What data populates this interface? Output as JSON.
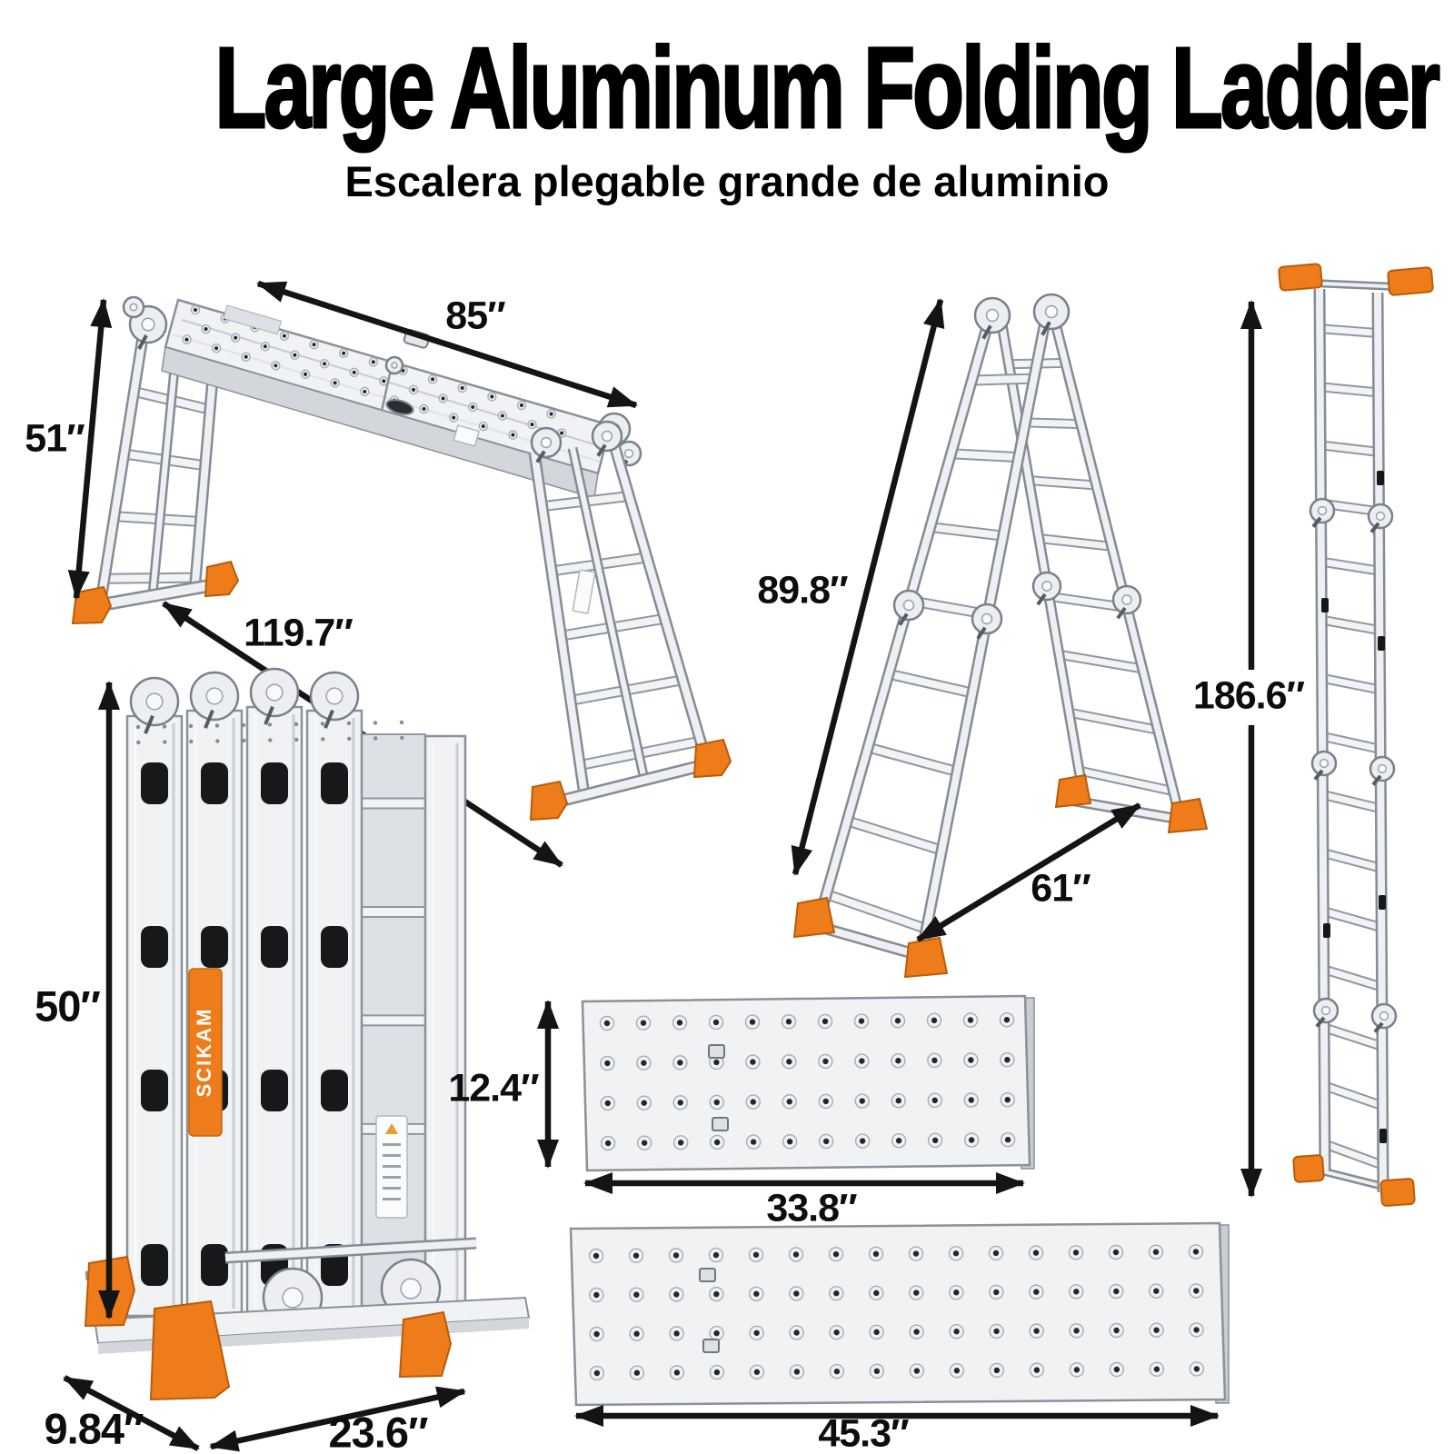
{
  "header": {
    "title": "Large Aluminum Folding Ladder",
    "subtitle": "Escalera plegable grande de aluminio"
  },
  "brand_sticker": "SCIKAM",
  "views": {
    "scaffold": {
      "dims": {
        "platform_length": "85″",
        "height": "51″",
        "base_span": "119.7″"
      }
    },
    "a_frame": {
      "dims": {
        "side_length": "89.8″",
        "base_width": "61″"
      }
    },
    "extended": {
      "dims": {
        "total_length": "186.6″"
      }
    },
    "folded": {
      "dims": {
        "height": "50″",
        "depth": "9.84″",
        "width": "23.6″"
      }
    },
    "platform_small": {
      "dims": {
        "width": "12.4″",
        "length": "33.8″"
      }
    },
    "platform_large": {
      "dims": {
        "length": "45.3″"
      }
    }
  },
  "colors": {
    "accent_orange": "#EE7C1B",
    "metal_light": "#f0f2f4",
    "metal_shade": "#d3d7dc",
    "outline": "#8a9199",
    "arrow_black": "#141414",
    "slot_black": "#17181a",
    "background": "#ffffff"
  }
}
